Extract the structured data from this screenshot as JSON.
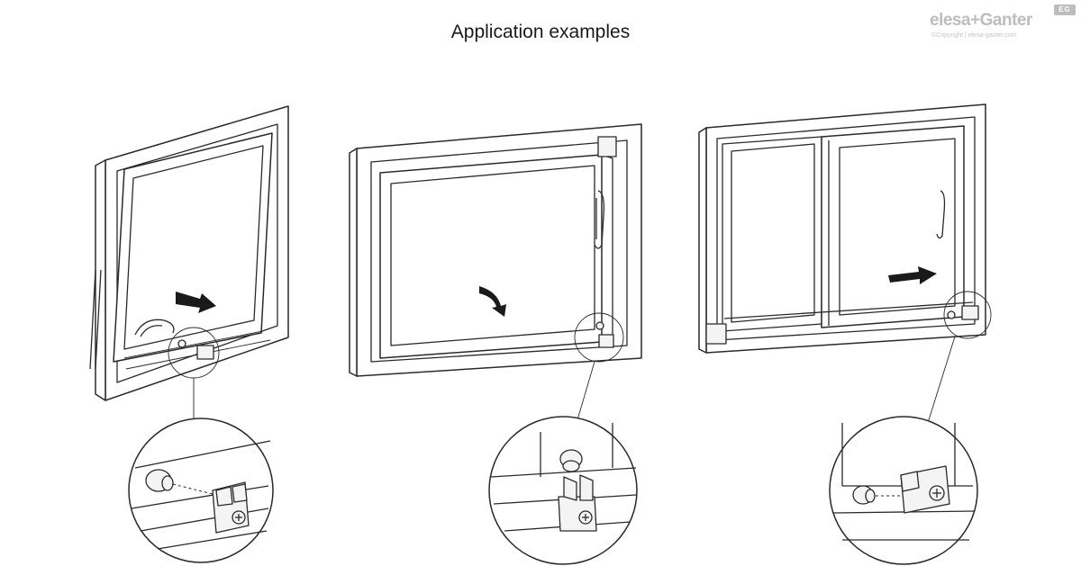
{
  "title": "Application examples",
  "logo": {
    "text": "elesa+Ganter",
    "badge": "EG",
    "copyright": "©Copyright | elesa-ganter.com"
  },
  "colors": {
    "line": "#2a2a2a",
    "arrow": "#1a1a1a",
    "logo_grey": "#bdbdbd"
  },
  "diagrams": [
    {
      "id": "top-hung-window",
      "arrow": "right"
    },
    {
      "id": "side-hung-window",
      "arrow": "down-right"
    },
    {
      "id": "sliding-window",
      "arrow": "right"
    }
  ]
}
